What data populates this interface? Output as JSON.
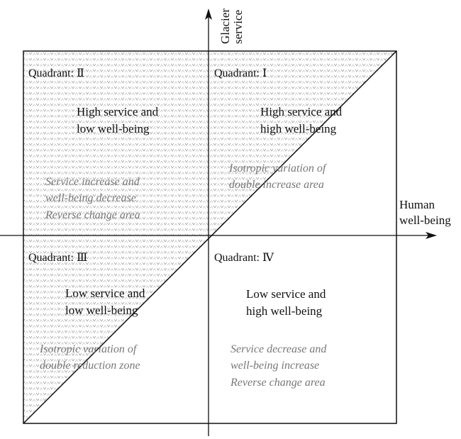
{
  "axes": {
    "y_label": [
      "Glacier",
      "service"
    ],
    "x_label": [
      "Human",
      "well-being"
    ]
  },
  "quadrants": {
    "q1": {
      "title": "Quadrant: Ⅰ",
      "desc": [
        "High service and",
        "high well-being"
      ],
      "note": [
        "Isotropic variation of",
        "double increase area"
      ]
    },
    "q2": {
      "title": "Quadrant: Ⅱ",
      "desc": [
        "High service and",
        "low well-being"
      ],
      "note": [
        "Service increase and",
        "well-being decrease",
        "Reverse change area"
      ]
    },
    "q3": {
      "title": "Quadrant: Ⅲ",
      "desc": [
        "Low service and",
        "low well-being"
      ],
      "note": [
        "Isotropic variation of",
        "double reduction zone"
      ]
    },
    "q4": {
      "title": "Quadrant: Ⅳ",
      "desc": [
        "Low service and",
        "high well-being"
      ],
      "note": [
        "Service decrease and",
        "well-being increase",
        "Reverse change area"
      ]
    }
  },
  "colors": {
    "line": "#111111",
    "note_text": "#777777",
    "hatch": "#9a9a9a"
  }
}
